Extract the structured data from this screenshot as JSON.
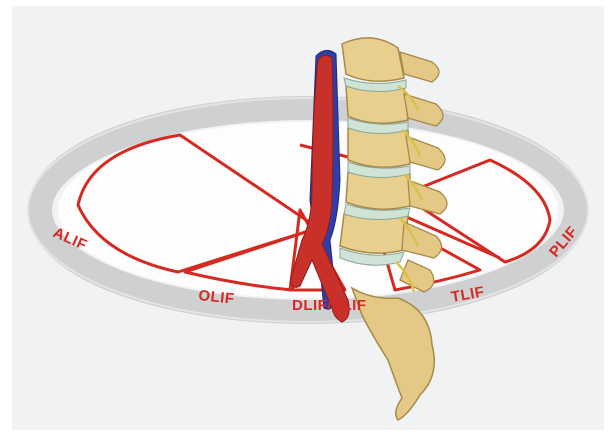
{
  "diagram": {
    "approaches": [
      {
        "key": "alif",
        "label": "ALIF"
      },
      {
        "key": "olif",
        "label": "OLIF"
      },
      {
        "key": "dlif_xlif",
        "label": "DLIF/XLIF"
      },
      {
        "key": "tlif",
        "label": "TLIF"
      },
      {
        "key": "plif",
        "label": "PLIF"
      }
    ],
    "colors": {
      "approach_red": "#d42a22",
      "ring_gray": "#cfd0d2",
      "artery_red": "#c8302a",
      "vein_blue": "#2f3ea8",
      "bone": "#e8cf8e",
      "disc": "#cfe3d6"
    }
  }
}
